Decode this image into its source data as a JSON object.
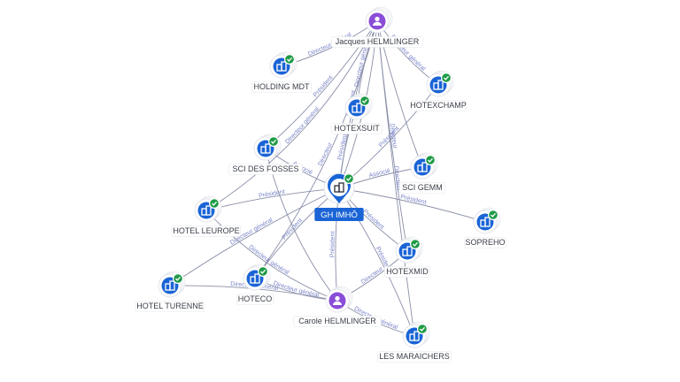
{
  "graph": {
    "colors": {
      "company": "#1a64d6",
      "person": "#8a4dd8",
      "check": "#1e9a46",
      "edge": "#8a8fa8",
      "edge_label": "#7a84c8",
      "center_label_bg": "#1a64d6"
    },
    "center": {
      "id": "gh",
      "label": "GH IMHÔ",
      "icon": "building-icon"
    },
    "nodes": [
      {
        "id": "jh",
        "label": "Jacques HELMLINGER",
        "kind": "person",
        "icon": "person-icon"
      },
      {
        "id": "hmdt",
        "label": "HOLDING MDT",
        "kind": "company",
        "icon": "building-icon"
      },
      {
        "id": "hchamp",
        "label": "HOTEXCHAMP",
        "kind": "company",
        "icon": "building-icon"
      },
      {
        "id": "hsuit",
        "label": "HOTEXSUIT",
        "kind": "company",
        "icon": "building-icon"
      },
      {
        "id": "scif",
        "label": "SCI DES FOSSES",
        "kind": "company",
        "icon": "building-icon"
      },
      {
        "id": "scig",
        "label": "SCI GEMM",
        "kind": "company",
        "icon": "building-icon"
      },
      {
        "id": "heur",
        "label": "HOTEL LEUROPE",
        "kind": "company",
        "icon": "building-icon"
      },
      {
        "id": "sopreho",
        "label": "SOPREHO",
        "kind": "company",
        "icon": "building-icon"
      },
      {
        "id": "hmid",
        "label": "HOTEXMID",
        "kind": "company",
        "icon": "building-icon"
      },
      {
        "id": "htur",
        "label": "HOTEL TURENNE",
        "kind": "company",
        "icon": "building-icon"
      },
      {
        "id": "hoteco",
        "label": "HOTECO",
        "kind": "company",
        "icon": "building-icon"
      },
      {
        "id": "ch",
        "label": "Carole HELMLINGER",
        "kind": "person",
        "icon": "person-icon"
      },
      {
        "id": "lmar",
        "label": "LES MARAICHERS",
        "kind": "company",
        "icon": "building-icon"
      }
    ],
    "edges": [
      {
        "from": "jh",
        "to": "gh",
        "label": "Associé"
      },
      {
        "from": "jh",
        "to": "gh",
        "label": "Président"
      },
      {
        "from": "jh",
        "to": "hmdt",
        "label": "Directeur général"
      },
      {
        "from": "jh",
        "to": "hsuit",
        "label": "Directeur général"
      },
      {
        "from": "jh",
        "to": "hchamp",
        "label": "Directeur général"
      },
      {
        "from": "jh",
        "to": "scif",
        "label": "Président"
      },
      {
        "from": "jh",
        "to": "scig",
        "label": ""
      },
      {
        "from": "jh",
        "to": "hmid",
        "label": "Directeur"
      },
      {
        "from": "jh",
        "to": "lmar",
        "label": "Directeur"
      },
      {
        "from": "jh",
        "to": "heur",
        "label": "Directeur général"
      },
      {
        "from": "jh",
        "to": "hoteco",
        "label": "Directeur"
      },
      {
        "from": "hsuit",
        "to": "gh",
        "label": "Président"
      },
      {
        "from": "hchamp",
        "to": "gh",
        "label": "Président"
      },
      {
        "from": "scif",
        "to": "gh",
        "label": "Associé"
      },
      {
        "from": "heur",
        "to": "gh",
        "label": "Président"
      },
      {
        "from": "gh",
        "to": "scig",
        "label": "Associé"
      },
      {
        "from": "gh",
        "to": "sopreho",
        "label": "Président"
      },
      {
        "from": "gh",
        "to": "hmid",
        "label": "Président"
      },
      {
        "from": "gh",
        "to": "htur",
        "label": "Directeur général"
      },
      {
        "from": "gh",
        "to": "hoteco",
        "label": "Président"
      },
      {
        "from": "gh",
        "to": "lmar",
        "label": "Président"
      },
      {
        "from": "ch",
        "to": "gh",
        "label": "Président"
      },
      {
        "from": "ch",
        "to": "heur",
        "label": "Directeur général"
      },
      {
        "from": "ch",
        "to": "htur",
        "label": "Directeur général"
      },
      {
        "from": "ch",
        "to": "hmid",
        "label": "Directeur"
      },
      {
        "from": "ch",
        "to": "hoteco",
        "label": "Directeur général"
      },
      {
        "from": "ch",
        "to": "lmar",
        "label": "Directeur général"
      },
      {
        "from": "ch",
        "to": "scif",
        "label": ""
      }
    ]
  }
}
